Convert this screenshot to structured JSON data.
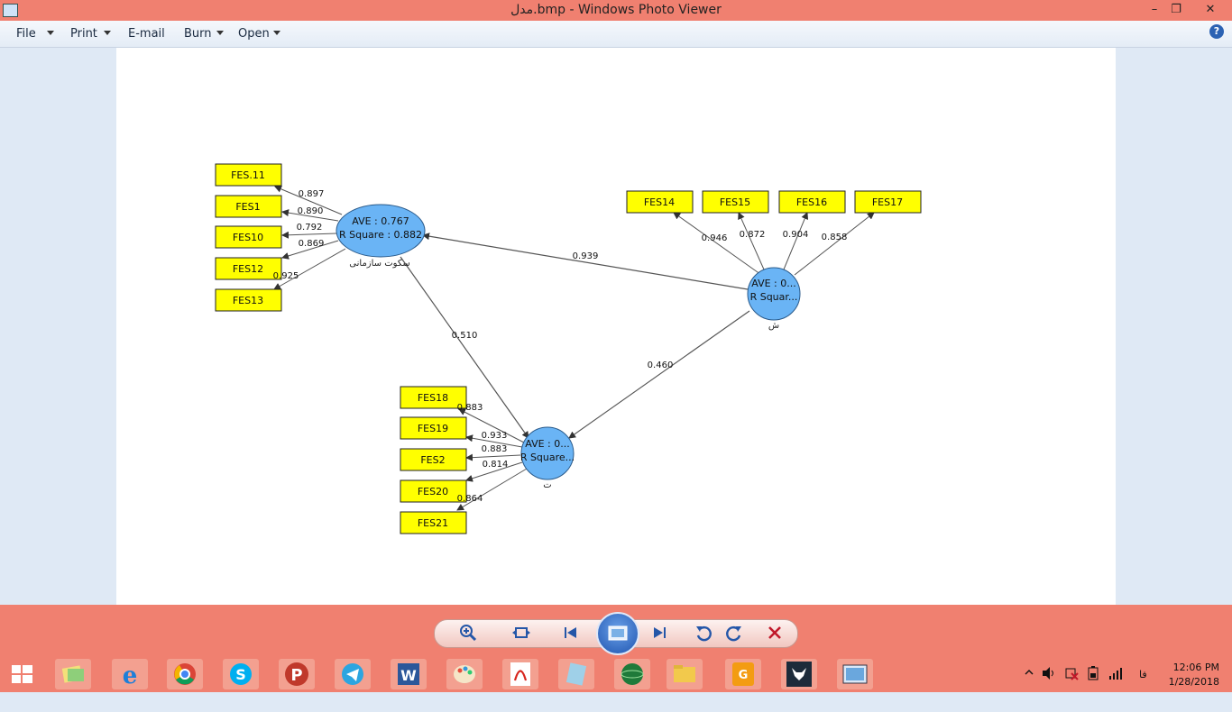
{
  "window": {
    "title": "مدل.bmp - Windows Photo Viewer",
    "minimize_glyph": "–",
    "maximize_glyph": "❐",
    "close_glyph": "✕"
  },
  "menu": {
    "items": [
      {
        "label": "File"
      },
      {
        "label": "Print"
      },
      {
        "label": "E-mail"
      },
      {
        "label": "Burn"
      },
      {
        "label": "Open"
      }
    ],
    "help_glyph": "?"
  },
  "diagram": {
    "latent": [
      {
        "ave": "AVE :  0.767",
        "rsq": "R Square :  0.882",
        "name": "سکوت سازمانی"
      },
      {
        "ave": "AVE :  0...",
        "rsq": "R Squar...",
        "name": "ش"
      },
      {
        "ave": "AVE :  0...",
        "rsq": "R Square...",
        "name": "ت"
      }
    ],
    "indicators": [
      "FES.11",
      "FES1",
      "FES10",
      "FES12",
      "FES13",
      "FES14",
      "FES15",
      "FES16",
      "FES17",
      "FES18",
      "FES19",
      "FES2",
      "FES20",
      "FES21"
    ],
    "loadings": [
      "0.897",
      "0.890",
      "0.792",
      "0.869",
      "0.925",
      "0.946",
      "0.872",
      "0.904",
      "0.858",
      "0.883",
      "0.933",
      "0.883",
      "0.814",
      "0.864"
    ],
    "paths": [
      "0.939",
      "0.510",
      "0.460"
    ],
    "colors": {
      "latent_fill": "#6ab4f5",
      "indicator_fill": "#ffff00",
      "arrow": "#555555"
    }
  },
  "controls": {
    "zoom_icon": "zoom-icon",
    "fit_icon": "actual-size-icon",
    "prev_icon": "previous-icon",
    "slideshow_icon": "slideshow-icon",
    "next_icon": "next-icon",
    "rotate_ccw_icon": "rotate-counterclockwise-icon",
    "rotate_cw_icon": "rotate-clockwise-icon",
    "delete_icon": "delete-icon"
  },
  "taskbar": {
    "apps": [
      "start",
      "file-explorer-fancy",
      "internet-explorer",
      "chrome",
      "skype",
      "p-app",
      "telegram",
      "word",
      "paint",
      "acrobat",
      "notepad-app",
      "globe-app",
      "folder",
      "pdf-app",
      "bull-app",
      "photo-viewer"
    ],
    "lang": "فا",
    "time": "12:06 PM",
    "date": "1/28/2018"
  }
}
